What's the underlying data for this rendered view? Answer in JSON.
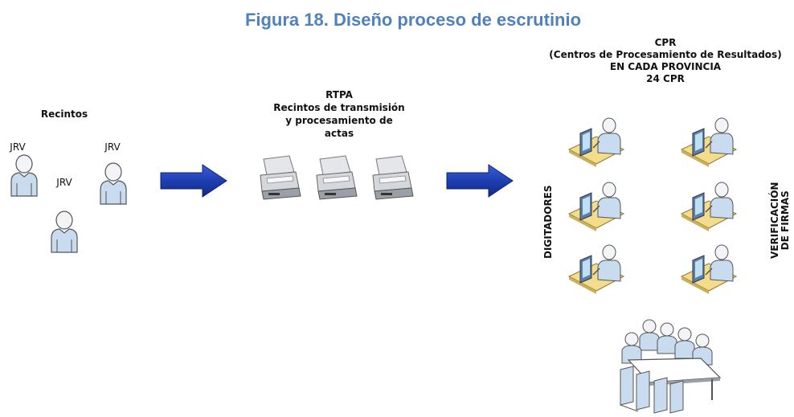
{
  "title": "Figura 18. Diseño proceso de escrutinio",
  "recintos": {
    "heading": "Recintos",
    "jrv_labels": [
      "JRV",
      "JRV",
      "JRV"
    ]
  },
  "rtpa": {
    "lines": [
      "RTPA",
      "Recintos de transmisión",
      "y procesamiento de",
      "actas"
    ]
  },
  "cpr": {
    "lines": [
      "CPR",
      "(Centros de Procesamiento de Resultados)",
      "EN CADA PROVINCIA",
      "24 CPR"
    ]
  },
  "side_labels": {
    "left": "DIGITADORES",
    "right": "VERIFICACIÓN\nDE FIRMAS"
  },
  "icons": {
    "person": "user-icon",
    "arrow": "right-arrow-icon",
    "scanner": "scanner-icon",
    "workstation": "operator-workstation-icon",
    "meeting": "meeting-table-icon"
  },
  "colors": {
    "title": "#4f81bd",
    "arrow": "#1f3fb0",
    "person_fill": "#c9dcef",
    "desk": "#f3dd8c"
  }
}
